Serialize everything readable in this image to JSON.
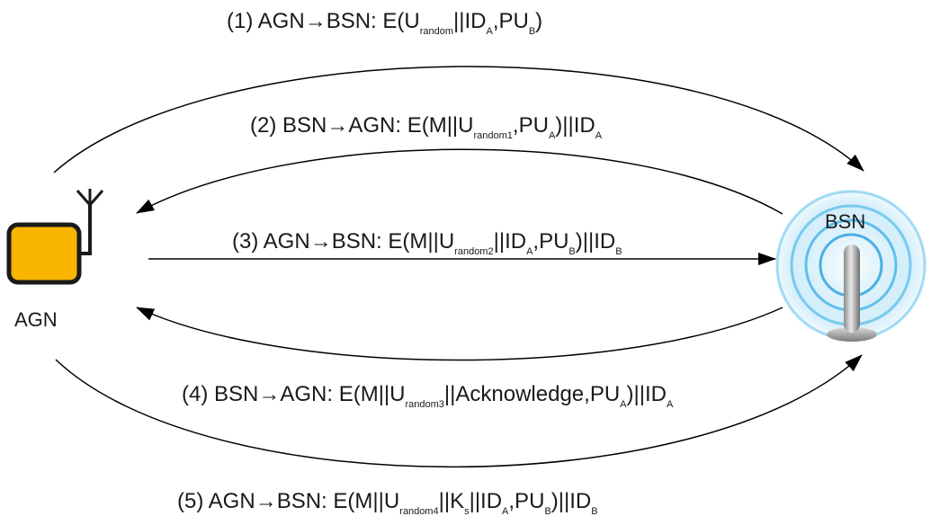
{
  "nodes": {
    "agn": {
      "label": "AGN"
    },
    "bsn": {
      "label": "BSN"
    }
  },
  "messages": [
    {
      "id": "msg1",
      "parts": [
        {
          "t": "(1) AGN"
        },
        {
          "t": "→"
        },
        {
          "t": "BSN: E(U"
        },
        {
          "t": "random",
          "sub": true
        },
        {
          "t": "||ID"
        },
        {
          "t": "A",
          "sub": true
        },
        {
          "t": ",PU"
        },
        {
          "t": "B",
          "sub": true
        },
        {
          "t": ")"
        }
      ]
    },
    {
      "id": "msg2",
      "parts": [
        {
          "t": "(2) BSN"
        },
        {
          "t": "→"
        },
        {
          "t": "AGN: E(M||U"
        },
        {
          "t": "random1",
          "sub": true
        },
        {
          "t": ",PU"
        },
        {
          "t": "A",
          "sub": true
        },
        {
          "t": ")||ID"
        },
        {
          "t": "A",
          "sub": true
        }
      ]
    },
    {
      "id": "msg3",
      "parts": [
        {
          "t": "(3) AGN"
        },
        {
          "t": "→"
        },
        {
          "t": "BSN: E(M||U"
        },
        {
          "t": "random2",
          "sub": true
        },
        {
          "t": "||ID"
        },
        {
          "t": "A",
          "sub": true
        },
        {
          "t": ",PU"
        },
        {
          "t": "B",
          "sub": true
        },
        {
          "t": ")||ID"
        },
        {
          "t": "B",
          "sub": true
        }
      ]
    },
    {
      "id": "msg4",
      "parts": [
        {
          "t": "(4) BSN"
        },
        {
          "t": "→"
        },
        {
          "t": "AGN: E(M||U"
        },
        {
          "t": "random3",
          "sub": true
        },
        {
          "t": "||Acknowledge,PU"
        },
        {
          "t": "A",
          "sub": true
        },
        {
          "t": ")||ID"
        },
        {
          "t": "A",
          "sub": true
        }
      ]
    },
    {
      "id": "msg5",
      "parts": [
        {
          "t": "(5) AGN"
        },
        {
          "t": "→"
        },
        {
          "t": "BSN: E(M||U"
        },
        {
          "t": "random4",
          "sub": true
        },
        {
          "t": "||K"
        },
        {
          "t": "s",
          "sub": true
        },
        {
          "t": "||ID"
        },
        {
          "t": "A",
          "sub": true
        },
        {
          "t": ",PU"
        },
        {
          "t": "B",
          "sub": true
        },
        {
          "t": ")||ID"
        },
        {
          "t": "B",
          "sub": true
        }
      ]
    }
  ],
  "colors": {
    "agn_fill": "#f7b500",
    "agn_stroke": "#1a1a1a",
    "bsn_glow": "#3fb3e8",
    "arrow": "#000000"
  },
  "icons": {
    "agn": "agn-device-icon",
    "bsn": "bsn-antenna-icon"
  }
}
